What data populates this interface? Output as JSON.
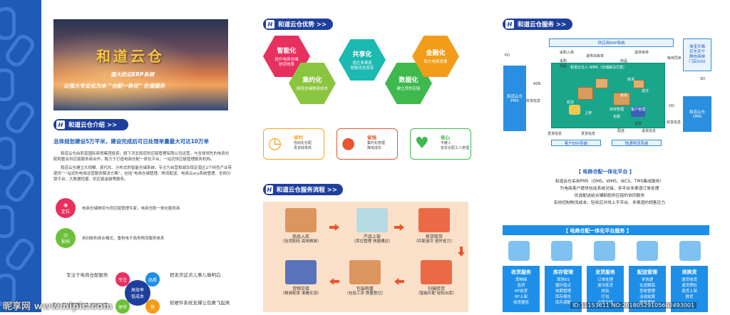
{
  "brand": {
    "hero_title": "和道云仓",
    "hero_sub1": "强大的云ERP系统",
    "hero_sub2": "以强大专业化为本 “仓配一体化” 价值服务"
  },
  "left": {
    "header": "和道云仓介绍 >>",
    "headline": "总体规划建设5万平米，建设完成后可日处理单量最大可达10万单",
    "intro": "和道云仓由和道国际商贸集团投资，旗下河北和道供应链管理有限公司运营，与全球领先的电商仓配和整合供应链服务商合作，致力于打造电商仓配一体化平台，一站式供应链管理服务机构。",
    "intro2": "和道云仓建立大规模、现代化、分布式的智能仓储系统，专注为自营和城及保定南区2个特色产业带提供“一站式的电商运营服务解决方案”，包括“电商仓储管理、物流配送、电商云erp系统管理、全网分销平台、大数据挖掘、供应链金融等服务。",
    "badge1": "定位",
    "badge1_text": "电商仓储物流与供应链管理专家，电商仓配一体化服务商",
    "badge2": "影响",
    "badge2_text": "用创新的商业模式，重构电子商务物流服务体系",
    "focus": "专注于电商仓配服务",
    "slogan1": "把发货这点儿事儿做明白",
    "slogan2": "软硬件系统支撑让包裹飞起来",
    "slogan3": "先行面付策略打造良好口碑",
    "ring_center": "高效率\n低成本",
    "ring": [
      "专注",
      "品质",
      "体验",
      "快"
    ]
  },
  "middle": {
    "header1": "和道云仓优势 >>",
    "hexes": [
      {
        "title": "智能化",
        "text": "提升电商仓储\n物流效率",
        "color": "#e8305f"
      },
      {
        "title": "集约化",
        "text": "降低仓储物流成本",
        "color": "#8bc53f"
      },
      {
        "title": "共享化",
        "text": "适应多渠道\n销售优化库存",
        "color": "#1cb9b0"
      },
      {
        "title": "数据化",
        "text": "建立货供应链",
        "color": "#3fb84d"
      },
      {
        "title": "金融化",
        "text": "助力电商发展",
        "color": "#f39c1a"
      }
    ],
    "features": [
      {
        "title": "省时",
        "text": "自动化仓配\n发货效率高",
        "color": "#f7a21b"
      },
      {
        "title": "省钱",
        "text": "集约化管理\n降低成本",
        "color": "#e8552f"
      },
      {
        "title": "省心",
        "text": "不雇人\n省去仓配工人管理",
        "color": "#3fb84d"
      }
    ],
    "header2": "和道云仓服务流程 >>",
    "steps": [
      {
        "label": "商品入库",
        "sub": "（验货配码  高效精准）"
      },
      {
        "label": "产品上架",
        "sub": "（库位管理  快捷通达）"
      },
      {
        "label": "拣货取货",
        "sub": "（匹配波次  省时省力）"
      },
      {
        "label": "扫描验货",
        "sub": "（智能匹配  轻松出库）"
      },
      {
        "label": "包装称重",
        "sub": "（包验工序  质量登记）"
      },
      {
        "label": "货物交接",
        "sub": "（精准配发  准确无误）"
      }
    ]
  },
  "right": {
    "header1": "和道云仓服务 >>",
    "diagram": {
      "erp": "供应商ERP系统",
      "pms": "和道云仓\nPMS",
      "oms": "和道云仓\nOMS",
      "wms": "和道云仓入 WMS（仓储解决方案）",
      "ext": "淘宝天猫\n京东苏宁\n微信商城\n门店O2O",
      "labels": [
        "采购入库",
        "退供出库单",
        "退供库存",
        "商品",
        "采购\n商品",
        "ASN",
        "PO",
        "SO",
        "DO",
        "库存同步",
        "发货信息",
        "收货信息",
        "发货信息",
        "收货信息",
        "配送",
        "退货",
        "退货信息",
        "收货",
        "库存管理",
        "包装",
        "客户管理",
        "备货",
        "拣货",
        "上架",
        "波次",
        "快递物流系统",
        "客户ERP系统"
      ]
    },
    "platform_title": "【 电商仓配一体化平台 】",
    "platform_text": "和道云仓采用PMS（OMS、WMS、WCS、TMS集成服务）\n为电商客户提供包括系统对接、多平台多渠道订单处理\n优选配送结合辅助助供应链的协同服务\n有效控制物流成本，轻松应对线上手平台、多渠道的销售压力",
    "services_title": "【 电商仓配一体化平台服务 】",
    "services": [
      {
        "title": "收货服务",
        "items": "货物接\n验货\nRF收货\nRF上架\n收货报告"
      },
      {
        "title": "库存管理",
        "items": "现场5S\n循环盘点\n效期管理\n库存报告\n库存调配"
      },
      {
        "title": "发货服务",
        "items": "订单处理\n波次拣货\n核验\n打包\n出库交接"
      },
      {
        "title": "配送管理",
        "items": "多快递\n在途跟踪\n签收管理\n派送结算\n绩效考核"
      },
      {
        "title": "退换货",
        "items": "退货收货\n退货质检\n退货上架\n换货"
      }
    ]
  },
  "watermark": {
    "left": "昵享网 www.nipic.com",
    "right": "ID:11153611 NO:20180529105602493001"
  },
  "colors": {
    "navy": "#1e3f9c",
    "blue": "#2a8fe0",
    "orange": "#e8552f",
    "flow_bg": "#fbe0c9"
  }
}
